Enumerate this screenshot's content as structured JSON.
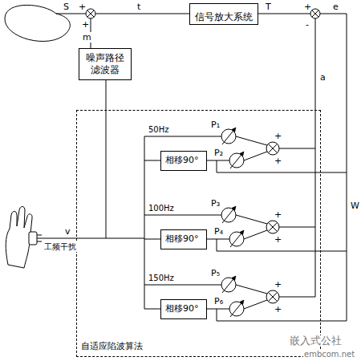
{
  "diagram": {
    "nodes": [
      {
        "text": [
          "信号放大系统"
        ]
      },
      {
        "text": [
          "噪声路径滤波器"
        ]
      },
      {
        "text": [
          "自适应陷波算法"
        ]
      },
      {
        "text": [
          "相移90°"
        ],
        "in": 2
      },
      {
        "text": [
          "相移90°"
        ],
        "in": 2
      },
      {
        "text": [
          "相移90°"
        ],
        "in": 2
      }
    ],
    "edges": [
      {
        "from": 1,
        "to": 0,
        "arrow": "none"
      }
    ],
    "labels": [
      "S",
      "+",
      "+",
      "m",
      "t",
      "T",
      "+",
      "-",
      "e",
      "a",
      "W",
      "v",
      "工频干扰",
      "50Hz",
      "P₁",
      "P₂",
      "+",
      "+",
      "100Hz",
      "P₃",
      "P₄",
      "+",
      "+",
      "150Hz",
      "P₅",
      "P₆",
      "+",
      "+",
      "嵌入式公社",
      "embcom.net"
    ]
  }
}
